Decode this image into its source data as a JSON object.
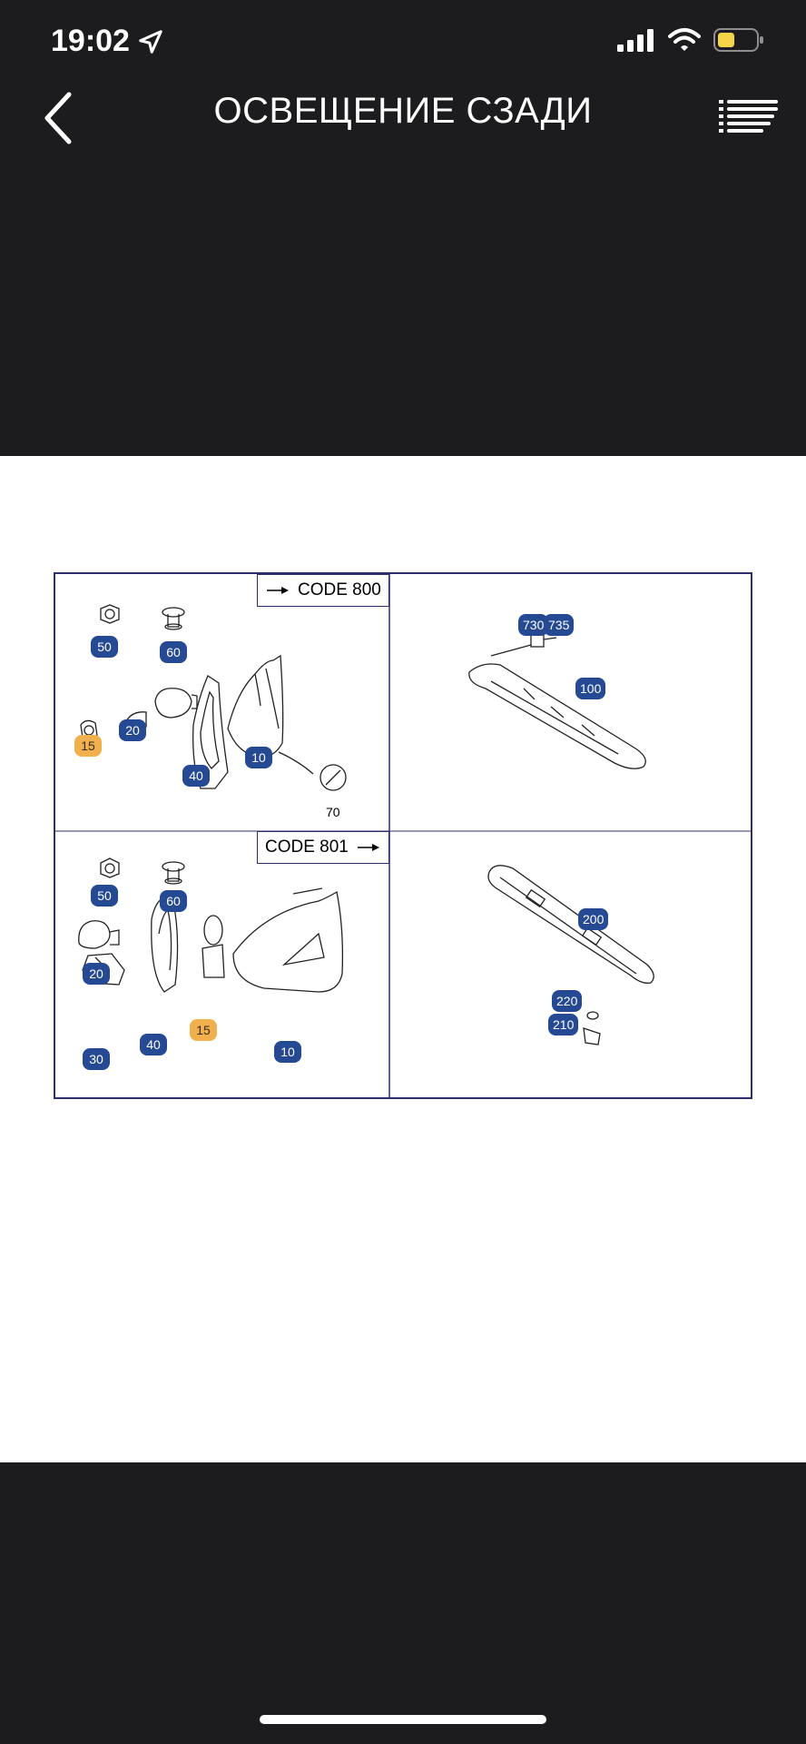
{
  "status_bar": {
    "time": "19:02"
  },
  "nav": {
    "title": "ОСВЕЩЕНИЕ СЗАДИ"
  },
  "diagram": {
    "code_800": "CODE 800",
    "code_801": "CODE 801",
    "q1": {
      "c50": "50",
      "c60": "60",
      "c20": "20",
      "c15": "15",
      "c40": "40",
      "c10": "10",
      "n70": "70"
    },
    "q2": {
      "c730": "730",
      "c735": "735",
      "c100": "100"
    },
    "q3": {
      "c50": "50",
      "c60": "60",
      "c20": "20",
      "c30": "30",
      "c40": "40",
      "c15": "15",
      "c10": "10"
    },
    "q4": {
      "c200": "200",
      "c220": "220",
      "c210": "210"
    }
  }
}
